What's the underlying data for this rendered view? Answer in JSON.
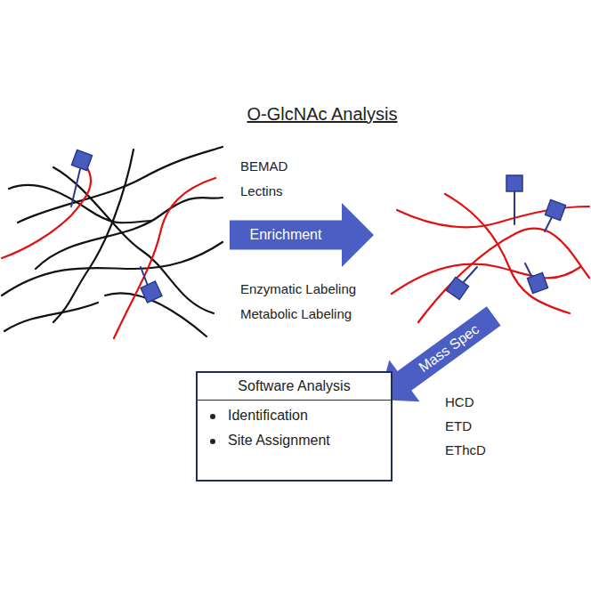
{
  "diagram": {
    "title": "O-GlcNAc Analysis",
    "nodes": [
      {
        "text": [
          "Enrichment"
        ]
      },
      {
        "text": [
          "Mass Spec"
        ]
      },
      {
        "text": [
          "Software Analysis",
          "Identification",
          "Site Assignment"
        ]
      }
    ],
    "labels": [
      "BEMAD",
      "Lectins",
      "Enzymatic Labeling",
      "Metabolic Labeling",
      "HCD",
      "ETD",
      "EThcD"
    ]
  }
}
